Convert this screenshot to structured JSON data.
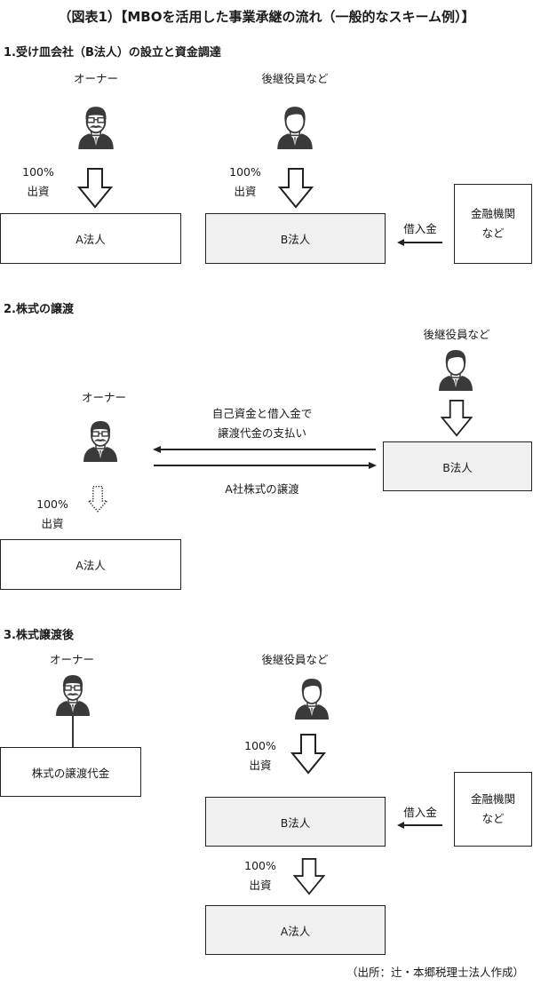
{
  "title": "（図表1）【MBOを活用した事業承継の流れ（一般的なスキーム例）】",
  "sections": [
    {
      "heading": "1.受け皿会社（B法人）の設立と資金調達",
      "owner_label": "オーナー",
      "successor_label": "後継役員など",
      "owner_investment": {
        "percent": "100%",
        "label": "出資"
      },
      "successor_investment": {
        "percent": "100%",
        "label": "出資"
      },
      "company_a": "A法人",
      "company_b": "B法人",
      "lender": {
        "line1": "金融機関",
        "line2": "など"
      },
      "loan_label": "借入金"
    },
    {
      "heading": "2.株式の譲渡",
      "owner_label": "オーナー",
      "successor_label": "後継役員など",
      "payment_label": {
        "line1": "自己資金と借入金で",
        "line2": "譲渡代金の支払い"
      },
      "transfer_label": "A社株式の譲渡",
      "owner_investment": {
        "percent": "100%",
        "label": "出資"
      },
      "company_a": "A法人",
      "company_b": "B法人"
    },
    {
      "heading": "3.株式譲渡後",
      "owner_label": "オーナー",
      "successor_label": "後継役員など",
      "proceeds_box": "株式の譲渡代金",
      "successor_investment": {
        "percent": "100%",
        "label": "出資"
      },
      "b_investment": {
        "percent": "100%",
        "label": "出資"
      },
      "company_a": "A法人",
      "company_b": "B法人",
      "lender": {
        "line1": "金融機関",
        "line2": "など"
      },
      "loan_label": "借入金"
    }
  ],
  "source": "（出所：辻・本郷税理士法人作成）"
}
